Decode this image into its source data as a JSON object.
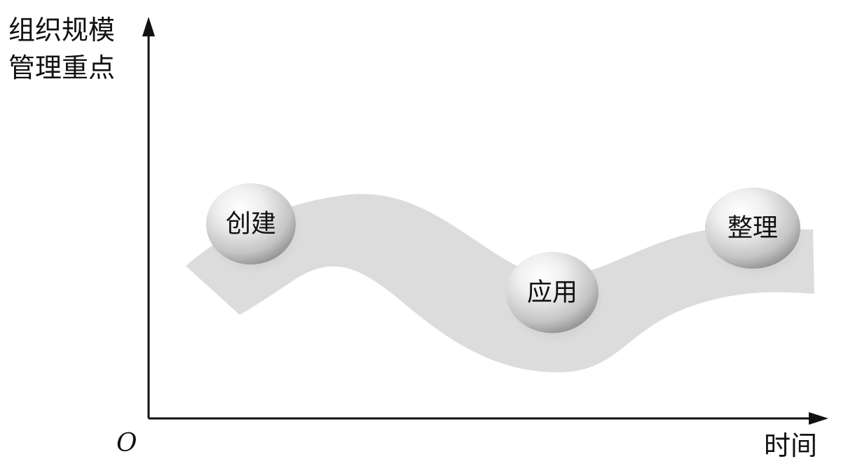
{
  "axes": {
    "y_label_line1": "组织规模",
    "y_label_line2": "管理重点",
    "x_label": "时间",
    "origin": "O"
  },
  "stages": [
    {
      "label": "创建"
    },
    {
      "label": "应用"
    },
    {
      "label": "整理"
    }
  ],
  "colors": {
    "band": "#dcdcdc",
    "axis": "#111111",
    "node_light": "#fafafa",
    "node_dark": "#9a9a9a"
  }
}
